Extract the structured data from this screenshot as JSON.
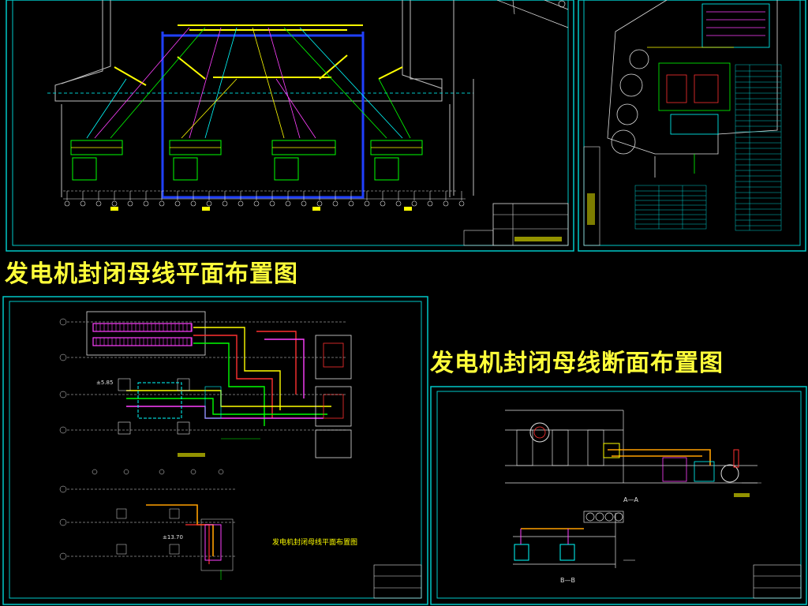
{
  "headings": {
    "plan": "发电机封闭母线平面布置图",
    "section": "发电机封闭母线断面布置图"
  },
  "drawing_labels": {
    "elev_upper": "±5.85",
    "elev_lower": "±13.70",
    "plan_caption": "发电机封闭母线平面布置图",
    "section_a": "A—A",
    "section_b": "B—B"
  },
  "colors": {
    "background": "#000000",
    "frame": "#00c8c8",
    "heading": "#ffff3a",
    "bus_green": "#00ff00",
    "bus_yellow": "#ffff00",
    "bus_magenta": "#ff40ff",
    "bus_blue": "#2040ff",
    "bus_red": "#ff3030",
    "axis_white": "#e0e0e0"
  }
}
